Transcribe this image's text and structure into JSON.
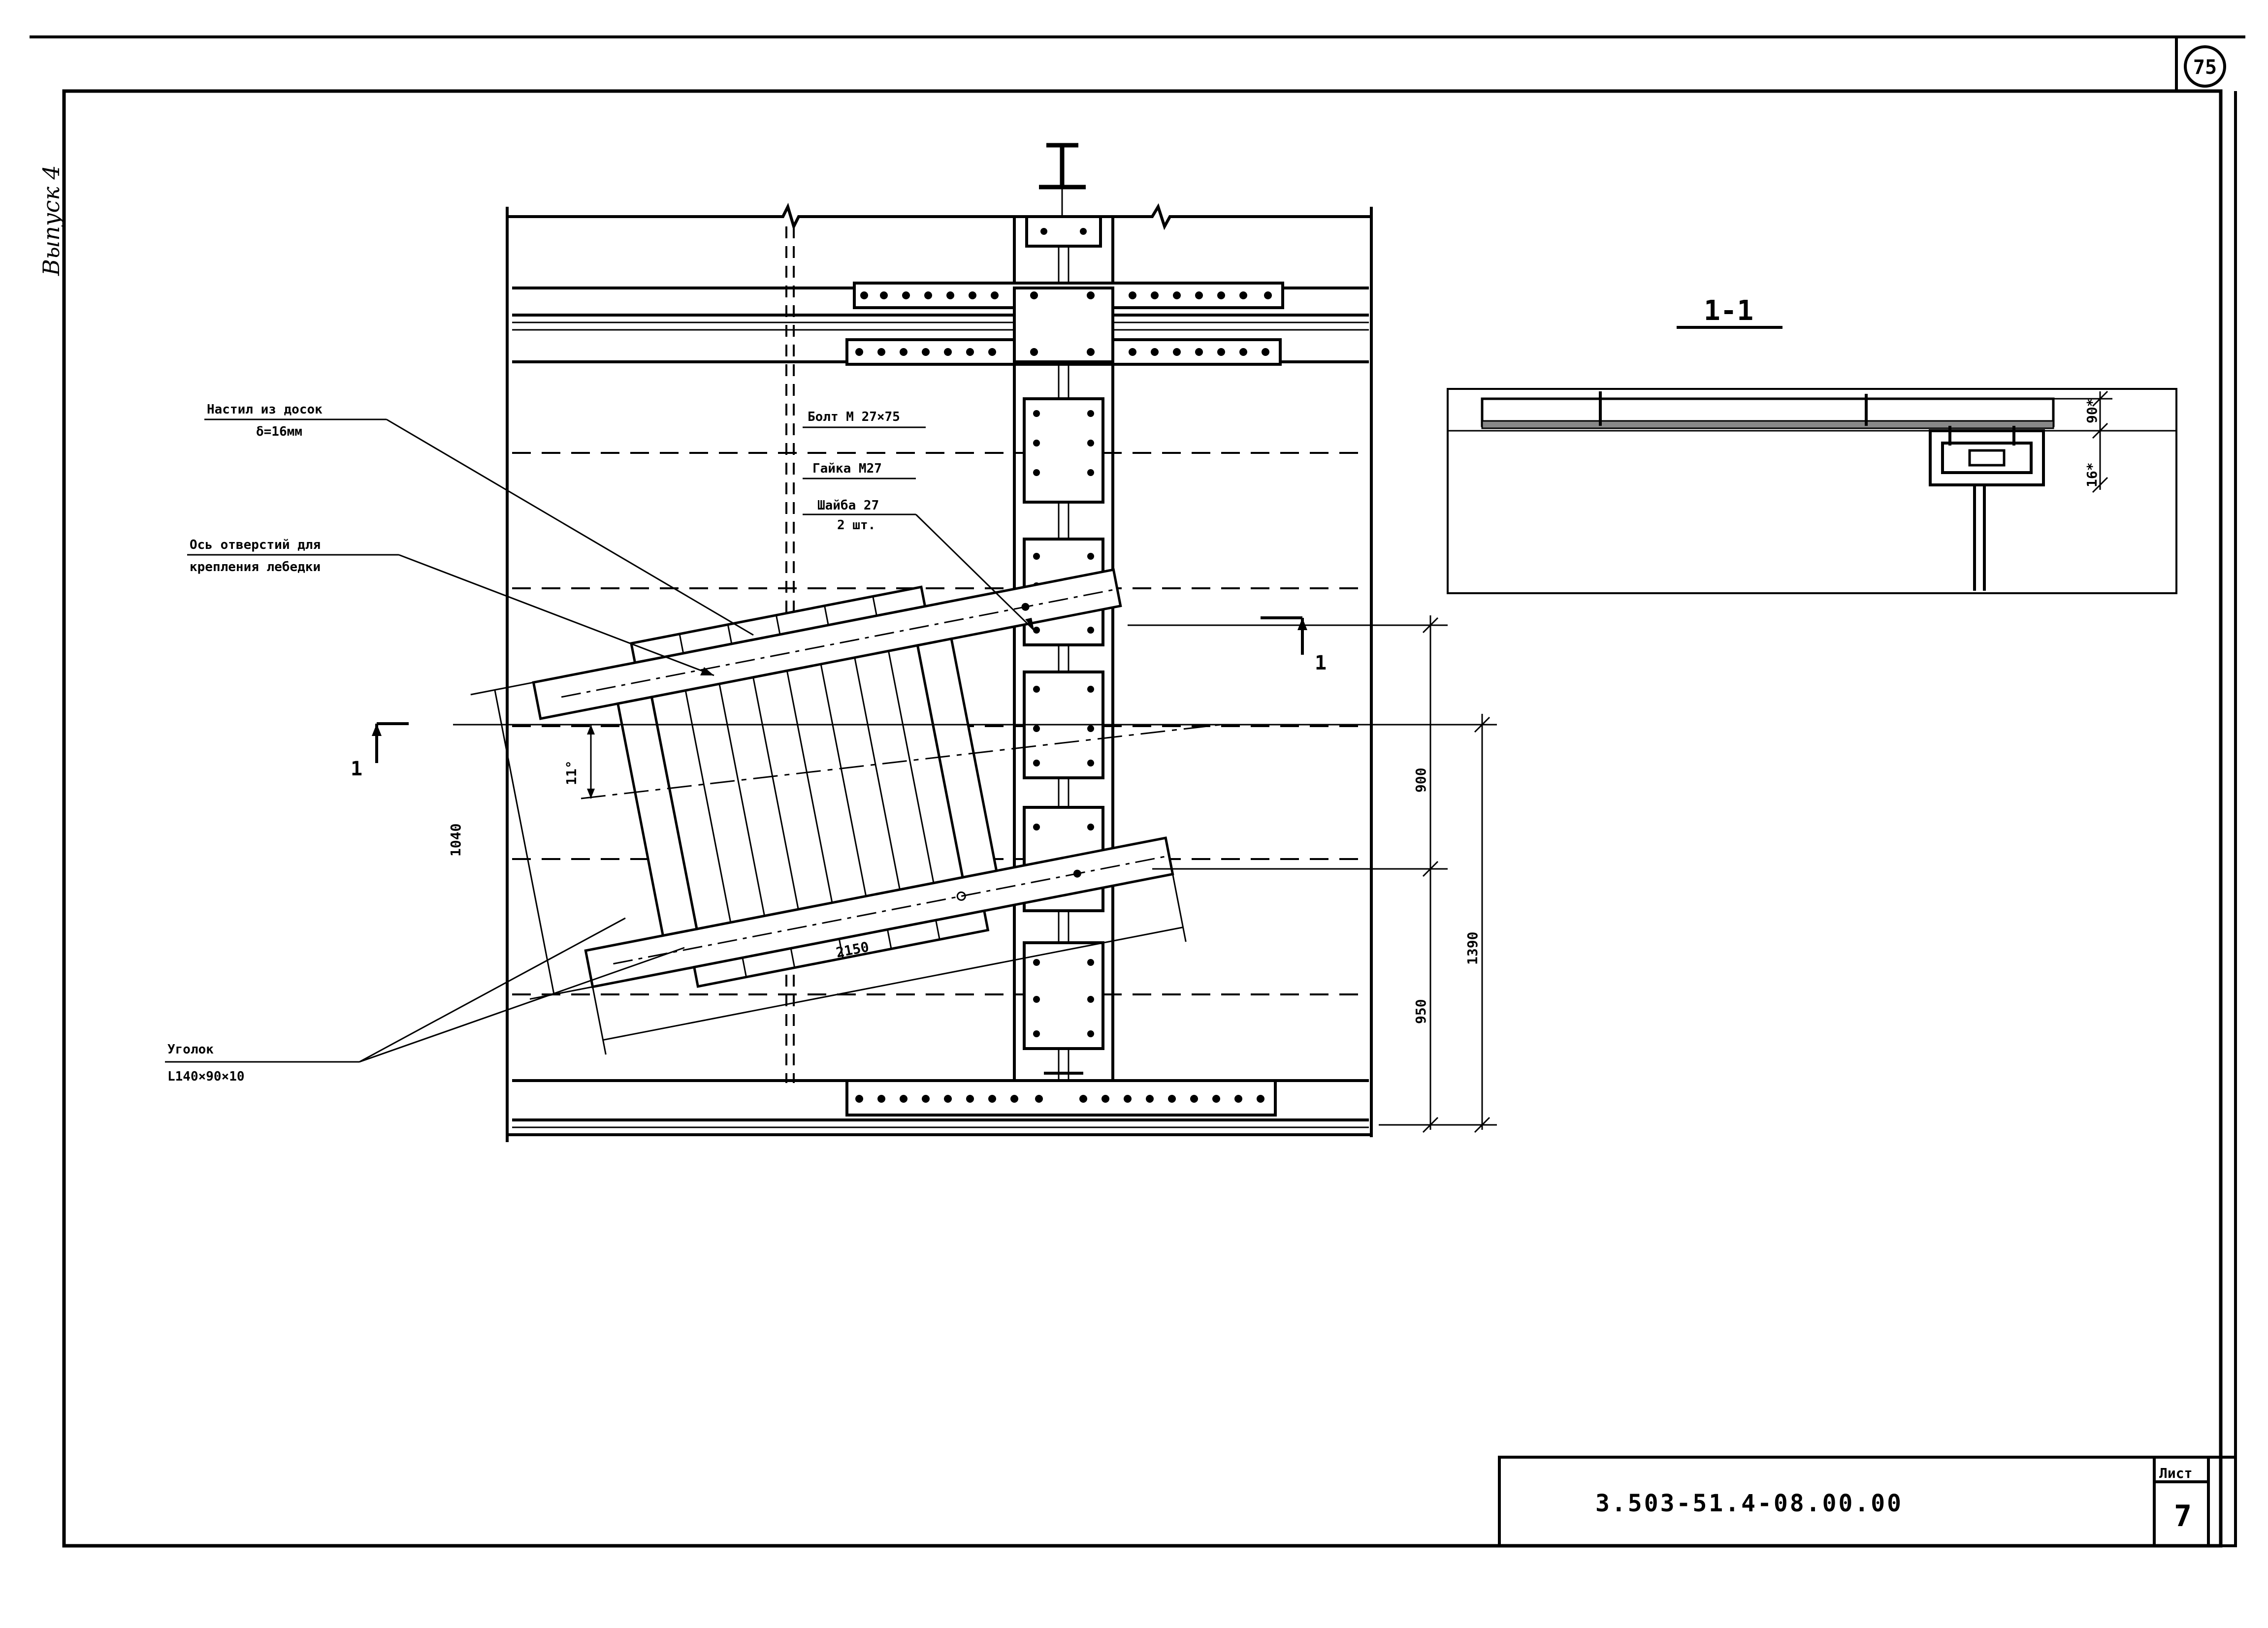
{
  "margin_note": "Выпуск 4",
  "page_number": "75",
  "section_title": "1-1",
  "section_marks": {
    "left": "1",
    "right": "1"
  },
  "beam_symbol": "I",
  "labels": {
    "deck": {
      "line1": "Настил из досок",
      "line2": "δ=16мм"
    },
    "hole_axis": {
      "line1": "Ось отверстий для",
      "line2": "крепления лебедки"
    },
    "bolt": "Болт М 27×75",
    "nut": "Гайка М27",
    "washer": {
      "line1": "Шайба 27",
      "line2": "2 шт."
    },
    "angle": {
      "line1": "Уголок",
      "line2": "L140×90×10"
    }
  },
  "dimensions": {
    "angle": "11°",
    "d1040": "1040",
    "d2150": "2150",
    "d900": "900",
    "d950": "950",
    "d1390": "1390",
    "s90": "90*",
    "s16": "16*"
  },
  "title_block": {
    "document_code": "3.503-51.4-08.00.00",
    "sheet_label": "Лист",
    "sheet_number": "7"
  }
}
